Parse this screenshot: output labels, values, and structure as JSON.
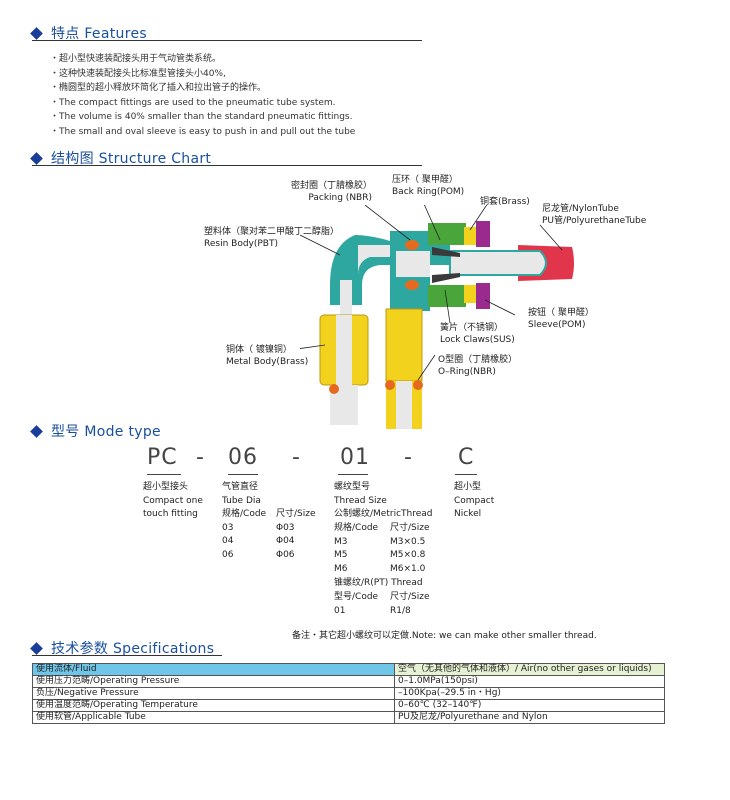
{
  "features": {
    "title": "特点  Features",
    "items": [
      "・超小型快速装配接头用于气动管类系统。",
      "・这种快速装配接头比标准型管接头小40%,",
      "・椭圆型的超小释放环简化了插入和拉出管子的操作。",
      "・The compact fittings are used to the pneumatic tube system.",
      "・The volume is 40% smaller than the standard pneumatic fittings.",
      "・The small and oval sleeve is easy to push in and pull out the tube"
    ]
  },
  "structure": {
    "title": "结构图  Structure Chart",
    "labels": {
      "packing_cn": "密封圈（丁腈橡胶）",
      "packing_en": "Packing (NBR)",
      "backring_cn": "压环（ 聚甲醛）",
      "backring_en": "Back Ring(POM)",
      "brass": "铜套(Brass)",
      "nylon_cn": "尼龙管/NylonTube",
      "nylon_en": "PU管/PolyurethaneTube",
      "resin_cn": "塑料体（聚对苯二甲酸丁二醇脂）",
      "resin_en": "Resin Body(PBT)",
      "sleeve_cn": "按钮（ 聚甲醛）",
      "sleeve_en": "Sleeve(POM)",
      "lock_cn": "簧片（不锈钢）",
      "lock_en": "Lock Claws(SUS)",
      "metal_cn": "铜体（ 镀镍铜）",
      "metal_en": "Metal Body(Brass)",
      "oring_cn": "O型圈（丁腈橡胶）",
      "oring_en": "O–Ring(NBR)"
    }
  },
  "mode": {
    "title": "型号 Mode type",
    "codes": [
      "PC",
      "-",
      "06",
      "-",
      "01",
      "-",
      "C"
    ],
    "col1": [
      "超小型接头",
      "Compact one",
      "touch fitting"
    ],
    "col2": [
      "气管直径",
      "Tube Dia"
    ],
    "col2_head": [
      "规格/Code",
      "尺寸/Size"
    ],
    "col2_rows": [
      [
        "03",
        "Φ03"
      ],
      [
        "04",
        "Φ04"
      ],
      [
        "06",
        "Φ06"
      ]
    ],
    "col3": [
      "螺纹型号",
      "Thread Size",
      "公制螺纹/MetricThread"
    ],
    "col3_head": [
      "规格/Code",
      "尺寸/Size"
    ],
    "col3_rows": [
      [
        "M3",
        "M3×0.5"
      ],
      [
        "M5",
        "M5×0.8"
      ],
      [
        "M6",
        "M6×1.0"
      ]
    ],
    "col3_pt": "锥螺纹/R(PT)  Thread",
    "col3_pt_head": [
      "型号/Code",
      "尺寸/Size"
    ],
    "col3_pt_rows": [
      [
        "01",
        "R1/8"
      ]
    ],
    "col4": [
      "超小型",
      "Compact",
      "Nickel"
    ],
    "note": "备注・其它超小螺纹可以定做.Note: we can make other smaller thread."
  },
  "specs": {
    "title": "技术参数  Specifications",
    "rows": [
      [
        "使用流体/Fluid",
        "空气（无其他的气体和液体）/ Air(no other gases or liquids)"
      ],
      [
        "使用压力范畴/Operating Pressure",
        "0–1.0MPa(150psi)"
      ],
      [
        "负压/Negative Pressure",
        "–100Kpa(–29.5 in・Hg)"
      ],
      [
        "使用温度范畴/Operating Temperature",
        "0–60℃ (32–140℉)"
      ],
      [
        "使用软管/Applicable Tube",
        "PU及尼龙/Polyurethane and Nylon"
      ]
    ]
  },
  "colors": {
    "heading": "#1a4f9e",
    "resin": "#2ea7a0",
    "brass": "#f2d21c",
    "green": "#4aa53a",
    "sleeve": "#9b2a8f",
    "tube": "#e0354a",
    "orange": "#e56a1f"
  }
}
